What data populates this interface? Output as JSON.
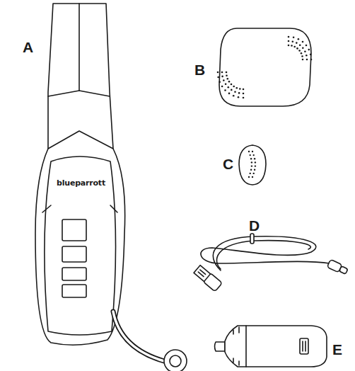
{
  "diagram": {
    "labels": [
      "A",
      "B",
      "blueparrott",
      "C",
      "D",
      "E"
    ]
  }
}
